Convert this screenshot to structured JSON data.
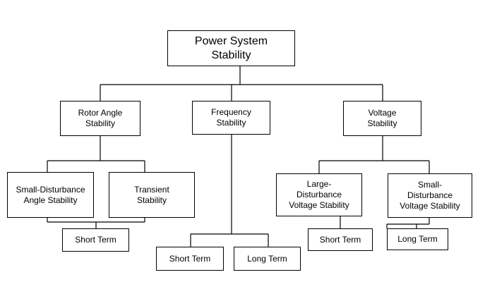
{
  "nodes": {
    "root": "Power System\nStability",
    "rotor_angle": "Rotor Angle\nStability",
    "frequency": "Frequency\nStability",
    "voltage": "Voltage\nStability",
    "small_disturbance_angle": "Small-Disturbance\nAngle Stability",
    "transient": "Transient\nStability",
    "large_disturbance_voltage": "Large-\nDisturbance\nVoltage Stability",
    "small_disturbance_voltage": "Small-\nDisturbance\nVoltage Stability",
    "angle_short_term": "Short Term",
    "freq_short_term": "Short Term",
    "freq_long_term": "Long  Term",
    "voltage_short_term": "Short Term",
    "voltage_long_term": "Long Term"
  }
}
